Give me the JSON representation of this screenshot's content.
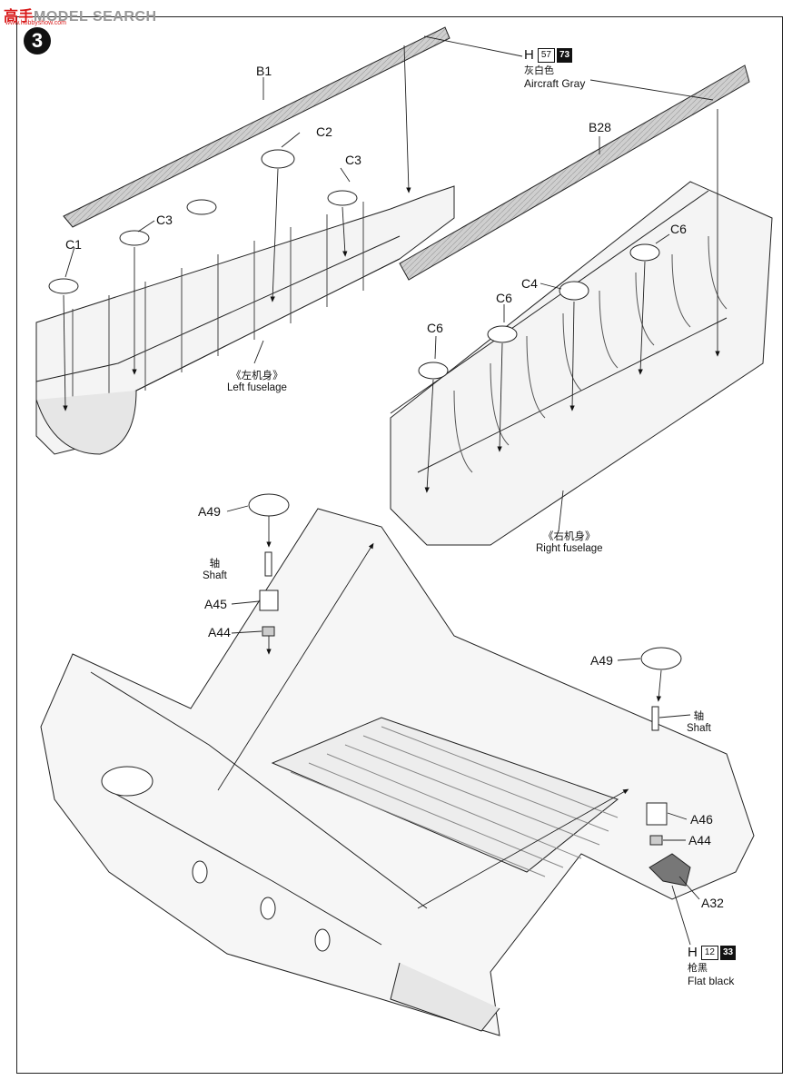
{
  "watermark": {
    "text_a": "高",
    "text_b": "手",
    "text_c": "MODEL SEARCH",
    "sub": "www.hobbyshow.com"
  },
  "step_number": "3",
  "paints": [
    {
      "id": "gray",
      "h": "H",
      "code": "57",
      "num": "73",
      "cn": "灰白色",
      "en": "Aircraft Gray"
    },
    {
      "id": "black",
      "h": "H",
      "code": "12",
      "num": "33",
      "cn": "枪黑",
      "en": "Flat black"
    }
  ],
  "parts": {
    "b1": "B1",
    "b28": "B28",
    "c1": "C1",
    "c2": "C2",
    "c3a": "C3",
    "c3b": "C3",
    "c4": "C4",
    "c6a": "C6",
    "c6b": "C6",
    "c6c": "C6",
    "a49a": "A49",
    "a49b": "A49",
    "a45": "A45",
    "a46": "A46",
    "a44a": "A44",
    "a44b": "A44",
    "a32": "A32"
  },
  "captions": {
    "left_cn": "《左机身》",
    "left_en": "Left fuselage",
    "right_cn": "《右机身》",
    "right_en": "Right fuselage",
    "shaft_cn": "轴",
    "shaft_en": "Shaft"
  }
}
